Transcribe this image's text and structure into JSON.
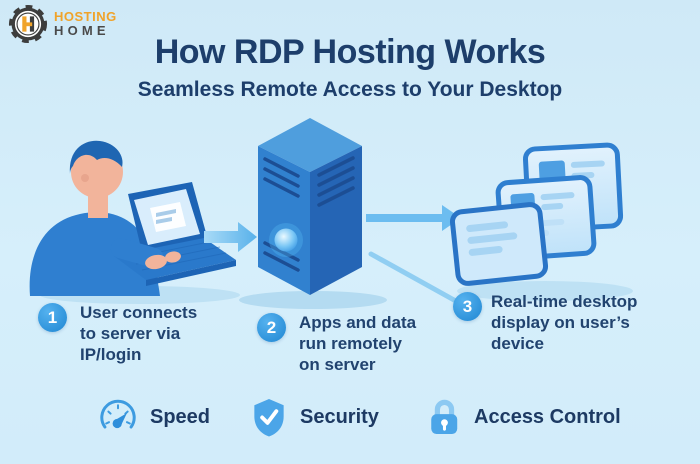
{
  "logo": {
    "brand_top": "HOSTING",
    "brand_bottom": "HOME",
    "monogram": "H"
  },
  "header": {
    "title": "How RDP Hosting Works",
    "subtitle": "Seamless Remote Access to Your Desktop"
  },
  "steps": [
    {
      "number": "1",
      "text": "User connects to server via IP/login"
    },
    {
      "number": "2",
      "text": "Apps and data run remotely on server"
    },
    {
      "number": "3",
      "text": "Real-time desktop display on user’s device"
    }
  ],
  "features": [
    {
      "icon": "speedometer-icon",
      "label": "Speed"
    },
    {
      "icon": "shield-check-icon",
      "label": "Security"
    },
    {
      "icon": "padlock-icon",
      "label": "Access Control"
    }
  ],
  "illustration": {
    "elements": [
      "user-with-laptop",
      "arrow-to-server",
      "server-tower",
      "arrow-to-devices",
      "connector-to-step-3",
      "remote-screens"
    ]
  },
  "colors": {
    "background": "#d4edf9",
    "heading": "#1d3e6b",
    "step_circle": "#2f92dd",
    "icon_blue": "#3d9be0",
    "illustration_blue": "#2f7fd0",
    "logo_orange": "#f0a32a",
    "logo_gray": "#3d3d3d"
  }
}
